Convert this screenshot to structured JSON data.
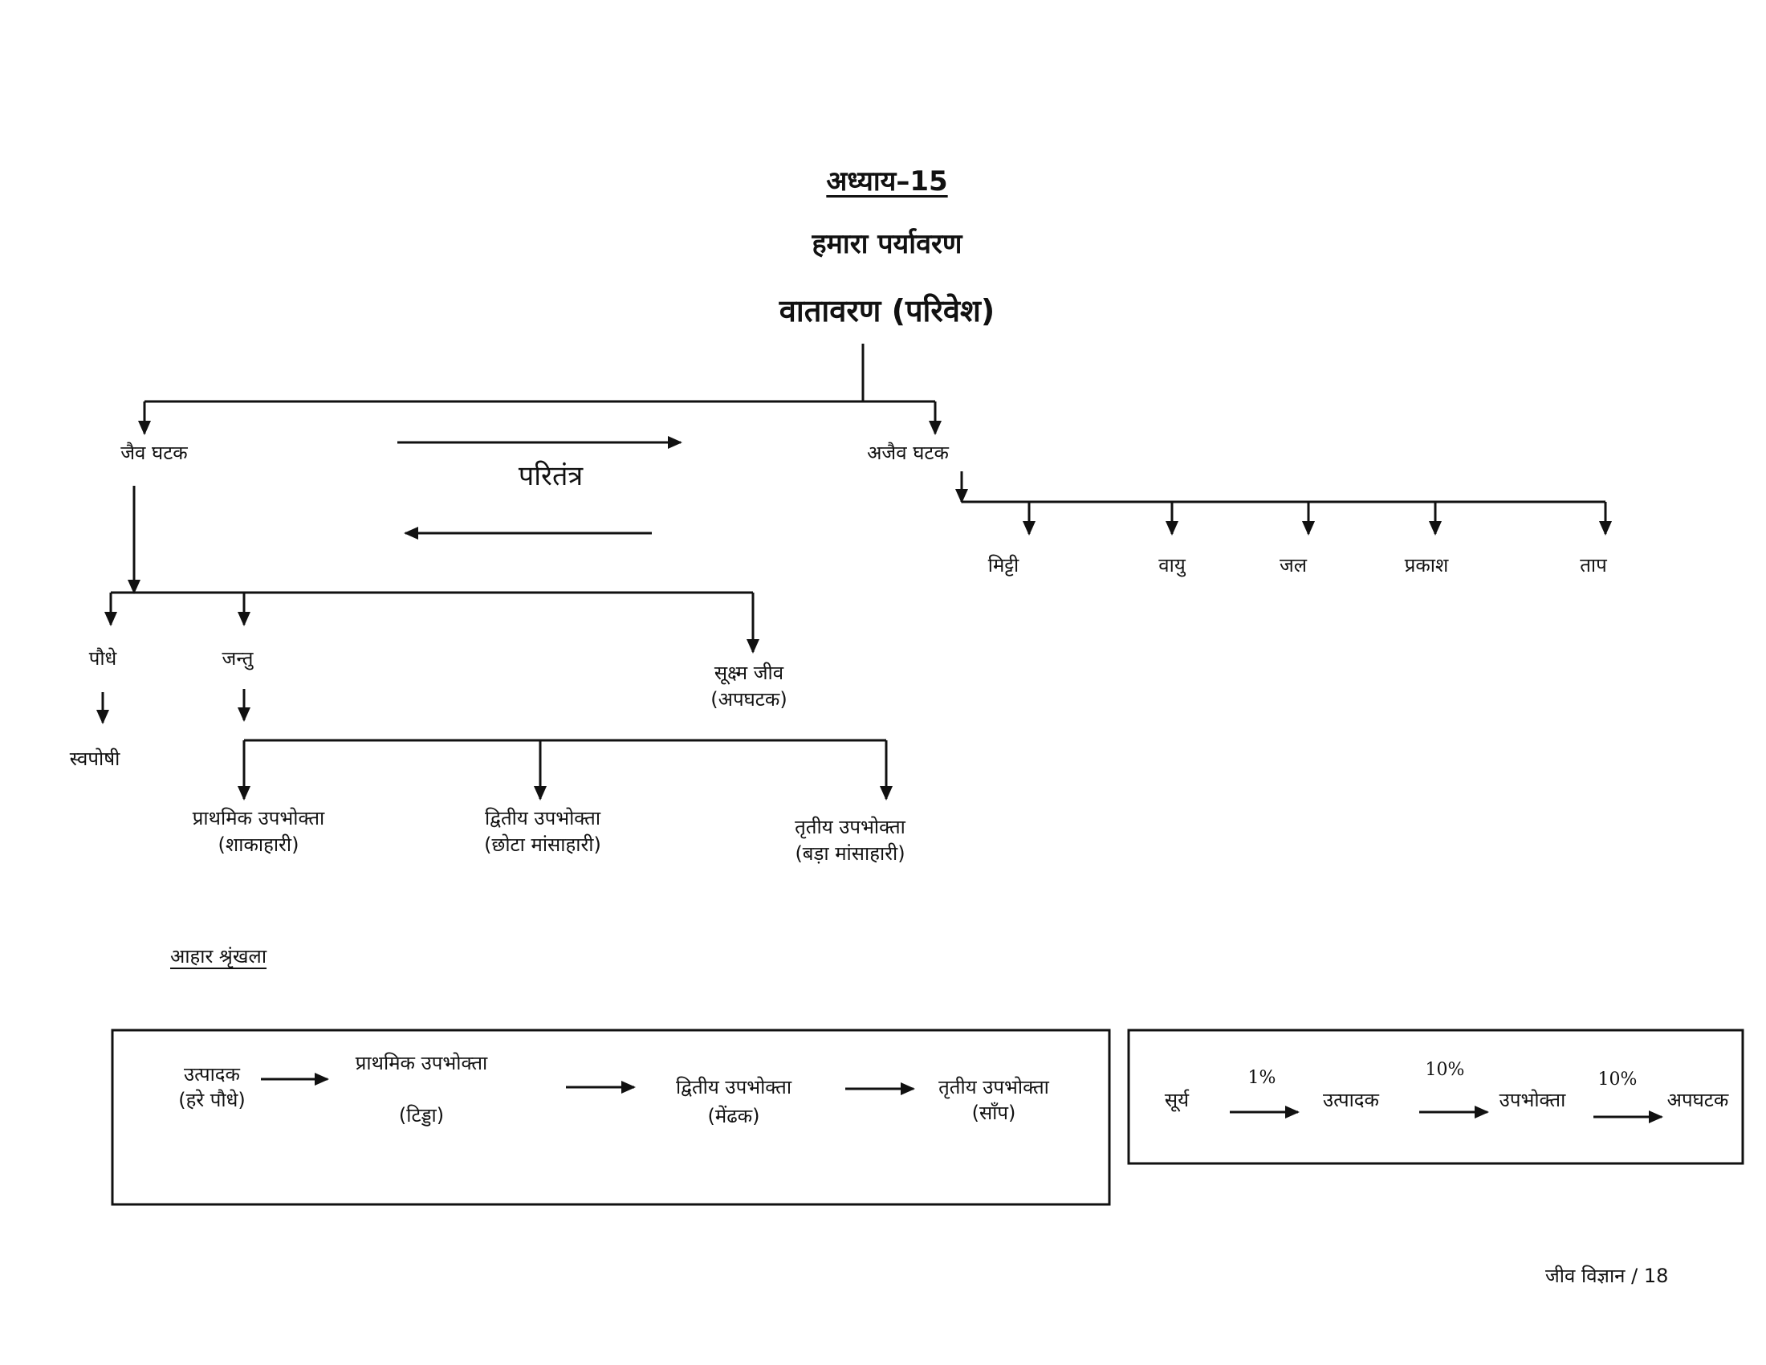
{
  "header": {
    "chapter": "अध्याय–15",
    "title": "हमारा पर्यावरण",
    "subtitle": "वातावरण (परिवेश)"
  },
  "tree": {
    "biotic": "जैव घटक",
    "abiotic": "अजैव घटक",
    "ecosystem": "परितंत्र",
    "abiotic_items": [
      "मिट्टी",
      "वायु",
      "जल",
      "प्रकाश",
      "ताप"
    ],
    "biotic_items": {
      "plants": "पौधे",
      "animals": "जन्तु",
      "microbes_line1": "सूक्ष्म जीव",
      "microbes_line2": "(अपघटक)",
      "autotroph": "स्वपोषी"
    },
    "consumers": [
      {
        "name": "प्राथमिक उपभोक्ता",
        "type": "(शाकाहारी)"
      },
      {
        "name": "द्वितीय उपभोक्ता",
        "type": "(छोटा मांसाहारी)"
      },
      {
        "name": "तृतीय उपभोक्ता",
        "type": "(बड़ा मांसाहारी)"
      }
    ]
  },
  "food_chain": {
    "heading": "आहार श्रृंखला",
    "box1": {
      "producer": "उत्पादक",
      "producer_example": "(हरे पौधे)",
      "primary": "प्राथमिक उपभोक्ता",
      "primary_example": "(टिड्डा)",
      "secondary": "द्वितीय उपभोक्ता",
      "secondary_example": "(मेंढक)",
      "tertiary": "तृतीय उपभोक्ता",
      "tertiary_example": "(साँप)"
    },
    "box2": {
      "sun": "सूर्य",
      "producer": "उत्पादक",
      "consumer": "उपभोक्ता",
      "decomposer": "अपघटक",
      "pct1": "1%",
      "pct2": "10%",
      "pct3": "10%"
    }
  },
  "footer": {
    "page_label": "जीव विज्ञान / 18"
  }
}
